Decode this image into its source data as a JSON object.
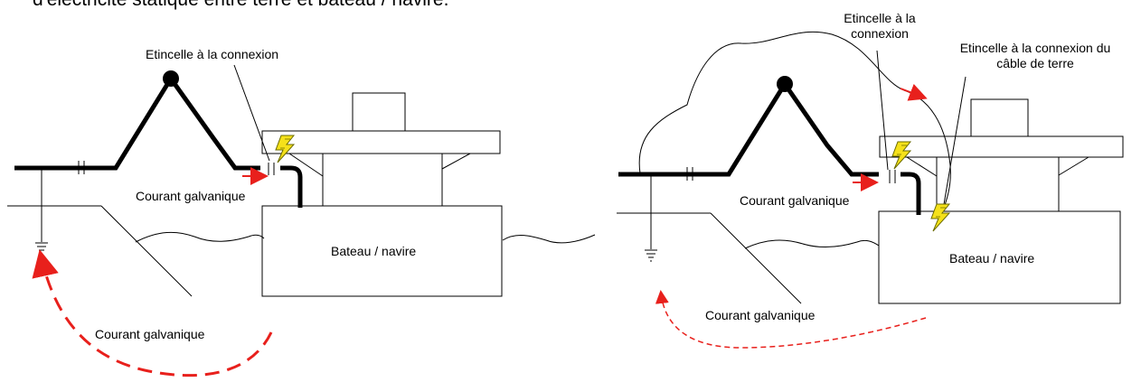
{
  "heading": "d'électricité statique entre terre et bateau / navire.",
  "left": {
    "spark_label": "Etincelle à la connexion",
    "current_label_upper": "Courant galvanique",
    "boat_label": "Bateau / navire",
    "current_label_lower": "Courant galvanique"
  },
  "right": {
    "spark_label_line1": "Etincelle à la",
    "spark_label_line2": "connexion",
    "ground_spark_line1": "Etincelle à la connexion du",
    "ground_spark_line2": "câble de terre",
    "current_label_upper": "Courant galvanique",
    "boat_label": "Bateau / navire",
    "current_label_lower": "Courant galvanique"
  },
  "colors": {
    "line": "#000000",
    "arrow": "#e8201c",
    "spark_fill": "#f5e11a"
  },
  "icons": [
    "spark-icon",
    "ground-symbol-icon",
    "arrow-icon"
  ]
}
